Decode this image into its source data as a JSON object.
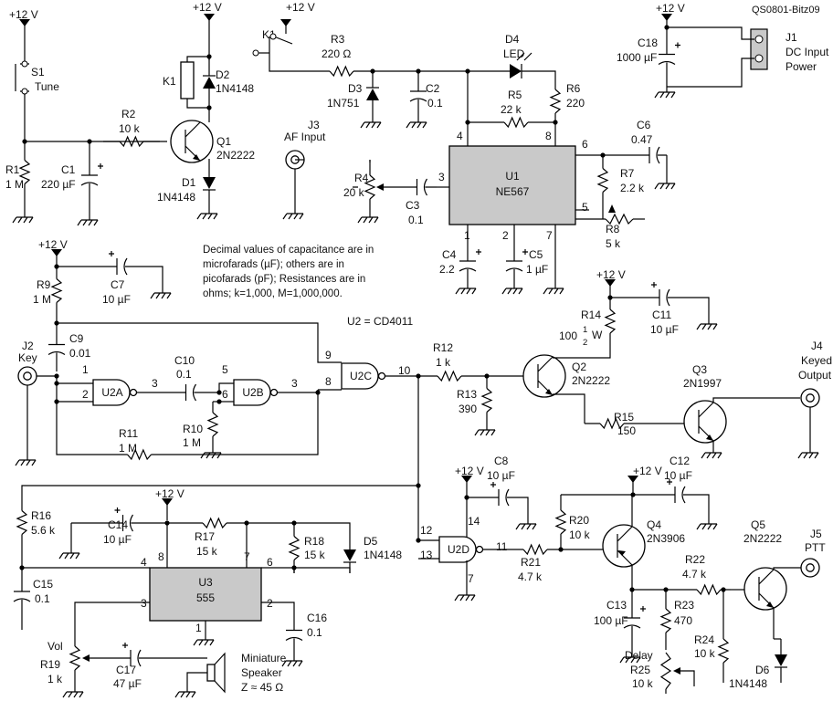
{
  "figure_id": "QS0801-Bitz09",
  "supply": "+12 V",
  "notes": [
    "Decimal values of capacitance are in",
    "microfarads (µF); others are in",
    "picofarads (pF); Resistances are in",
    "ohms; k=1,000, M=1,000,000."
  ],
  "u2_label": "U2 = CD4011",
  "labels": [
    {
      "id": "s1",
      "text": "S1"
    },
    {
      "id": "s1-desc",
      "text": "Tune"
    },
    {
      "id": "k1",
      "text": "K1"
    },
    {
      "id": "k1-top",
      "text": "K1"
    },
    {
      "id": "d2",
      "text": "D2"
    },
    {
      "id": "d2-val",
      "text": "1N4148"
    },
    {
      "id": "r2",
      "text": "R2"
    },
    {
      "id": "r2-val",
      "text": "10 k"
    },
    {
      "id": "q1",
      "text": "Q1"
    },
    {
      "id": "q1-val",
      "text": "2N2222"
    },
    {
      "id": "r1",
      "text": "R1"
    },
    {
      "id": "r1-val",
      "text": "1 M"
    },
    {
      "id": "c1",
      "text": "C1"
    },
    {
      "id": "c1-val",
      "text": "220 µF"
    },
    {
      "id": "d1",
      "text": "D1"
    },
    {
      "id": "d1-val",
      "text": "1N4148"
    },
    {
      "id": "r3",
      "text": "R3"
    },
    {
      "id": "r3-val",
      "text": "220 Ω"
    },
    {
      "id": "d3",
      "text": "D3"
    },
    {
      "id": "d3-val",
      "text": "1N751"
    },
    {
      "id": "c2",
      "text": "C2"
    },
    {
      "id": "c2-val",
      "text": "0.1"
    },
    {
      "id": "d4",
      "text": "D4"
    },
    {
      "id": "d4-val",
      "text": "LED"
    },
    {
      "id": "r5",
      "text": "R5"
    },
    {
      "id": "r5-val",
      "text": "22 k"
    },
    {
      "id": "r6",
      "text": "R6"
    },
    {
      "id": "r6-val",
      "text": "220"
    },
    {
      "id": "j3",
      "text": "J3"
    },
    {
      "id": "j3-desc",
      "text": "AF Input"
    },
    {
      "id": "r4",
      "text": "R4"
    },
    {
      "id": "r4-val",
      "text": "20 k"
    },
    {
      "id": "c3",
      "text": "C3"
    },
    {
      "id": "c3-val",
      "text": "0.1"
    },
    {
      "id": "c6",
      "text": "C6"
    },
    {
      "id": "c6-val",
      "text": "0.47"
    },
    {
      "id": "r7",
      "text": "R7"
    },
    {
      "id": "r7-val",
      "text": "2.2 k"
    },
    {
      "id": "r8",
      "text": "R8"
    },
    {
      "id": "r8-val",
      "text": "5 k"
    },
    {
      "id": "c4",
      "text": "C4"
    },
    {
      "id": "c4-val",
      "text": "2.2"
    },
    {
      "id": "c5",
      "text": "C5"
    },
    {
      "id": "c5-val",
      "text": "1 µF"
    },
    {
      "id": "c18",
      "text": "C18"
    },
    {
      "id": "c18-val",
      "text": "1000 µF"
    },
    {
      "id": "j1",
      "text": "J1"
    },
    {
      "id": "j1-d1",
      "text": "DC Input"
    },
    {
      "id": "j1-d2",
      "text": "Power"
    },
    {
      "id": "r9",
      "text": "R9"
    },
    {
      "id": "r9-val",
      "text": "1 M"
    },
    {
      "id": "c7",
      "text": "C7"
    },
    {
      "id": "c7-val",
      "text": "10 µF"
    },
    {
      "id": "j2",
      "text": "J2"
    },
    {
      "id": "j2-desc",
      "text": "Key"
    },
    {
      "id": "c9",
      "text": "C9"
    },
    {
      "id": "c9-val",
      "text": "0.01"
    },
    {
      "id": "c10",
      "text": "C10"
    },
    {
      "id": "c10-val",
      "text": "0.1"
    },
    {
      "id": "r10",
      "text": "R10"
    },
    {
      "id": "r10-val",
      "text": "1 M"
    },
    {
      "id": "r11",
      "text": "R11"
    },
    {
      "id": "r11-val",
      "text": "1 M"
    },
    {
      "id": "r12",
      "text": "R12"
    },
    {
      "id": "r12-val",
      "text": "1 k"
    },
    {
      "id": "r13",
      "text": "R13"
    },
    {
      "id": "r13-val",
      "text": "390"
    },
    {
      "id": "r14",
      "text": "R14"
    },
    {
      "id": "r14-val",
      "text": "100"
    },
    {
      "id": "r14-num",
      "text": "1"
    },
    {
      "id": "r14-den",
      "text": "2"
    },
    {
      "id": "r14-w",
      "text": "W"
    },
    {
      "id": "c11",
      "text": "C11"
    },
    {
      "id": "c11-val",
      "text": "10 µF"
    },
    {
      "id": "q2",
      "text": "Q2"
    },
    {
      "id": "q2-val",
      "text": "2N2222"
    },
    {
      "id": "r15",
      "text": "R15"
    },
    {
      "id": "r15-val",
      "text": "150"
    },
    {
      "id": "q3",
      "text": "Q3"
    },
    {
      "id": "q3-val",
      "text": "2N1997"
    },
    {
      "id": "j4",
      "text": "J4"
    },
    {
      "id": "j4-d1",
      "text": "Keyed"
    },
    {
      "id": "j4-d2",
      "text": "Output"
    },
    {
      "id": "c8",
      "text": "C8"
    },
    {
      "id": "c8-val",
      "text": "10 µF"
    },
    {
      "id": "c12",
      "text": "C12"
    },
    {
      "id": "c12-val",
      "text": "10 µF"
    },
    {
      "id": "r20",
      "text": "R20"
    },
    {
      "id": "r20-val",
      "text": "10 k"
    },
    {
      "id": "q4",
      "text": "Q4"
    },
    {
      "id": "q4-val",
      "text": "2N3906"
    },
    {
      "id": "r21",
      "text": "R21"
    },
    {
      "id": "r21-val",
      "text": "4.7 k"
    },
    {
      "id": "r22",
      "text": "R22"
    },
    {
      "id": "r22-val",
      "text": "4.7 k"
    },
    {
      "id": "q5",
      "text": "Q5"
    },
    {
      "id": "q5-val",
      "text": "2N2222"
    },
    {
      "id": "j5",
      "text": "J5"
    },
    {
      "id": "j5-desc",
      "text": "PTT"
    },
    {
      "id": "c13",
      "text": "C13"
    },
    {
      "id": "c13-val",
      "text": "100 µF"
    },
    {
      "id": "r23",
      "text": "R23"
    },
    {
      "id": "r23-val",
      "text": "470"
    },
    {
      "id": "r24",
      "text": "R24"
    },
    {
      "id": "r24-val",
      "text": "10 k"
    },
    {
      "id": "delay",
      "text": "Delay"
    },
    {
      "id": "r25",
      "text": "R25"
    },
    {
      "id": "r25-val",
      "text": "10 k"
    },
    {
      "id": "d6",
      "text": "D6"
    },
    {
      "id": "d6-val",
      "text": "1N4148"
    },
    {
      "id": "r16",
      "text": "R16"
    },
    {
      "id": "r16-val",
      "text": "5.6 k"
    },
    {
      "id": "c14",
      "text": "C14"
    },
    {
      "id": "c14-val",
      "text": "10 µF"
    },
    {
      "id": "r17",
      "text": "R17"
    },
    {
      "id": "r17-val",
      "text": "15 k"
    },
    {
      "id": "r18",
      "text": "R18"
    },
    {
      "id": "r18-val",
      "text": "15 k"
    },
    {
      "id": "d5",
      "text": "D5"
    },
    {
      "id": "d5-val",
      "text": "1N4148"
    },
    {
      "id": "c15",
      "text": "C15"
    },
    {
      "id": "c15-val",
      "text": "0.1"
    },
    {
      "id": "c16",
      "text": "C16"
    },
    {
      "id": "c16-val",
      "text": "0.1"
    },
    {
      "id": "vol",
      "text": "Vol"
    },
    {
      "id": "r19",
      "text": "R19"
    },
    {
      "id": "r19-val",
      "text": "1 k"
    },
    {
      "id": "c17",
      "text": "C17"
    },
    {
      "id": "c17-val",
      "text": "47 µF"
    },
    {
      "id": "spk1",
      "text": "Miniature"
    },
    {
      "id": "spk2",
      "text": "Speaker"
    },
    {
      "id": "spk3",
      "text": "Z ≈ 45 Ω"
    }
  ],
  "ics": [
    {
      "id": "u1",
      "name": "U1",
      "part": "NE567"
    },
    {
      "id": "u3",
      "name": "U3",
      "part": "555"
    }
  ],
  "gates": [
    {
      "id": "u2a",
      "name": "U2A"
    },
    {
      "id": "u2b",
      "name": "U2B"
    },
    {
      "id": "u2c",
      "name": "U2C"
    },
    {
      "id": "u2d",
      "name": "U2D"
    }
  ],
  "pins": [
    {
      "id": "u1-4",
      "text": "4"
    },
    {
      "id": "u1-8",
      "text": "8"
    },
    {
      "id": "u1-6",
      "text": "6"
    },
    {
      "id": "u1-3",
      "text": "3"
    },
    {
      "id": "u1-5",
      "text": "5"
    },
    {
      "id": "u1-1",
      "text": "1"
    },
    {
      "id": "u1-2",
      "text": "2"
    },
    {
      "id": "u1-7",
      "text": "7"
    },
    {
      "id": "u2a-1",
      "text": "1"
    },
    {
      "id": "u2a-2",
      "text": "2"
    },
    {
      "id": "u2a-3",
      "text": "3"
    },
    {
      "id": "u2b-5",
      "text": "5"
    },
    {
      "id": "u2b-6",
      "text": "6"
    },
    {
      "id": "u2b-3",
      "text": "3"
    },
    {
      "id": "u2c-9",
      "text": "9"
    },
    {
      "id": "u2c-8",
      "text": "8"
    },
    {
      "id": "u2c-10",
      "text": "10"
    },
    {
      "id": "u2d-12",
      "text": "12"
    },
    {
      "id": "u2d-13",
      "text": "13"
    },
    {
      "id": "u2d-14",
      "text": "14"
    },
    {
      "id": "u2d-7",
      "text": "7"
    },
    {
      "id": "u2d-11",
      "text": "11"
    },
    {
      "id": "u3-4",
      "text": "4"
    },
    {
      "id": "u3-8",
      "text": "8"
    },
    {
      "id": "u3-7",
      "text": "7"
    },
    {
      "id": "u3-6",
      "text": "6"
    },
    {
      "id": "u3-3",
      "text": "3"
    },
    {
      "id": "u3-2",
      "text": "2"
    },
    {
      "id": "u3-1",
      "text": "1"
    }
  ]
}
